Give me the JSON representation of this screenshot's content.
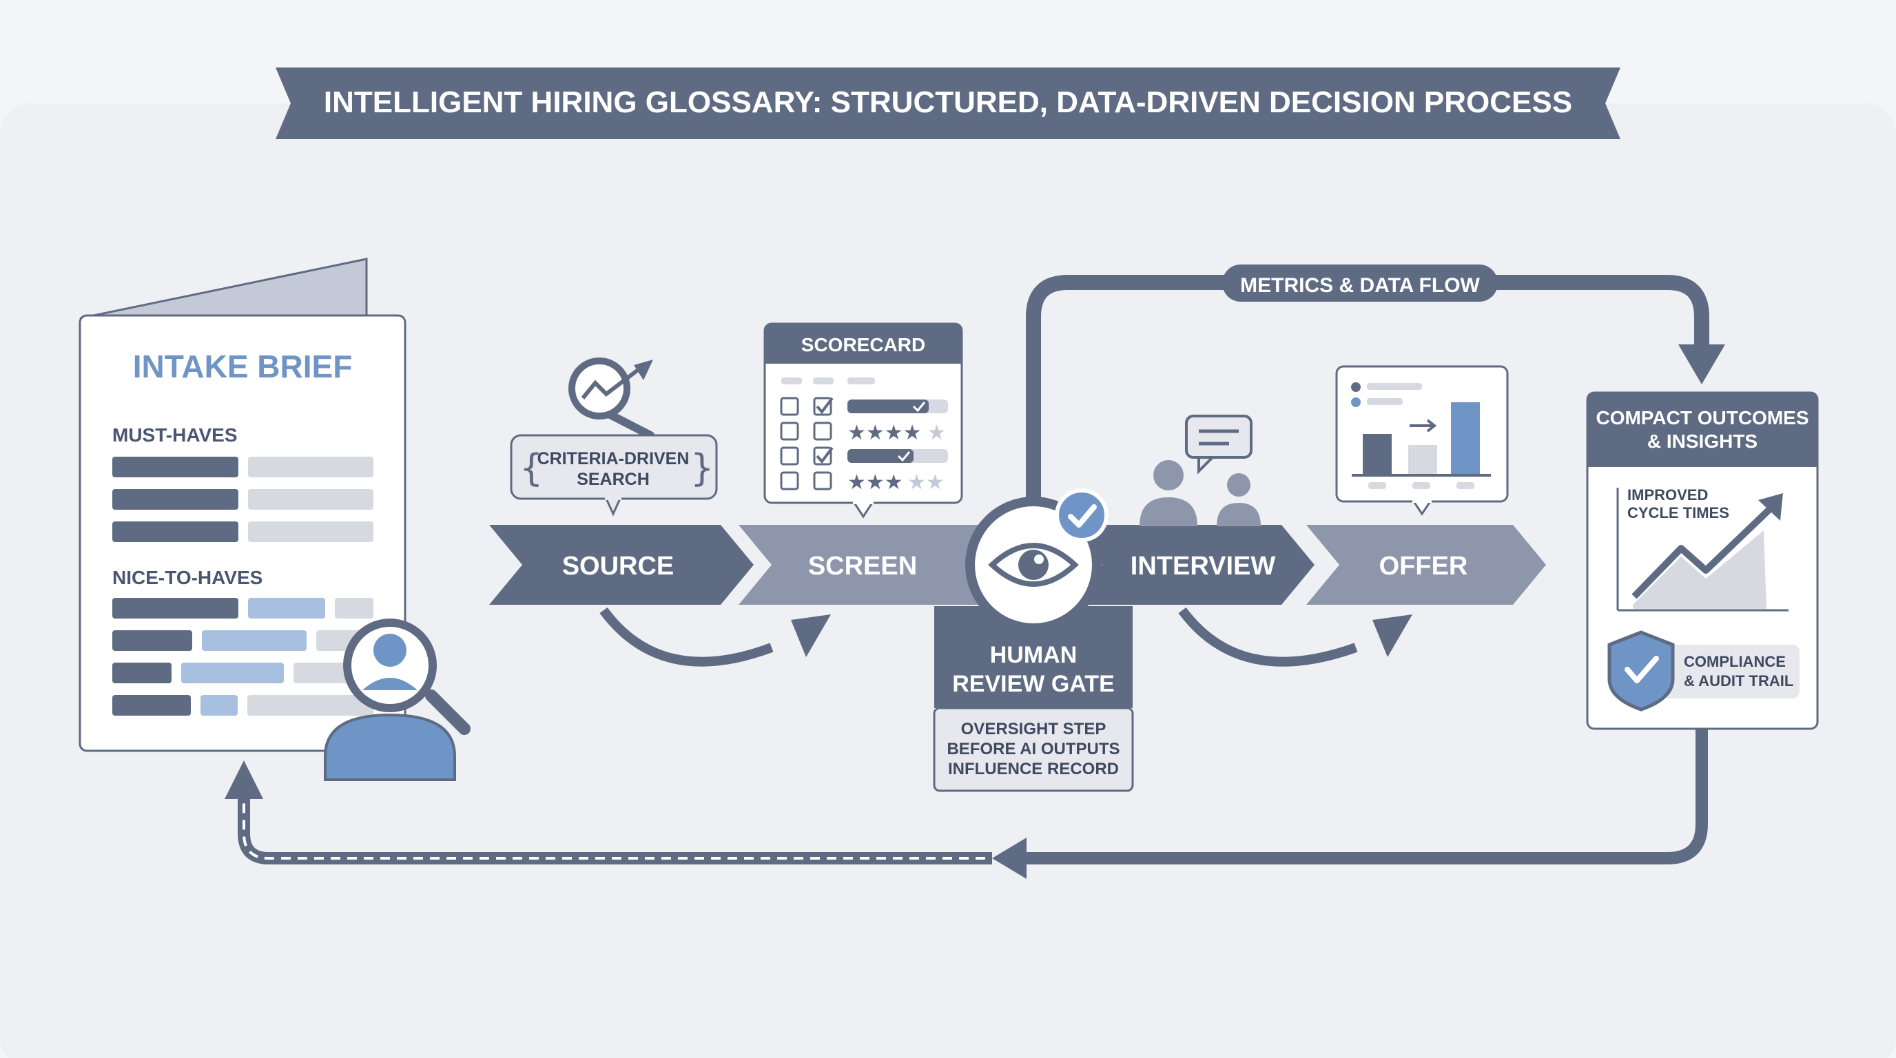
{
  "colors": {
    "dark_slate": "#5f6b83",
    "mid_slate": "#8d96aa",
    "light_gray": "#d6d9e0",
    "accent_blue": "#6f95c6",
    "light_blue": "#a8c0e0",
    "page_bg": "#f4f5f8",
    "panel_bg": "#eef0f4",
    "white": "#ffffff"
  },
  "title": "INTELLIGENT HIRING GLOSSARY: STRUCTURED, DATA-DRIVEN DECISION PROCESS",
  "intake_brief": {
    "title": "INTAKE BRIEF",
    "must_haves": "MUST-HAVES",
    "nice_to_haves": "NICE-TO-HAVES",
    "icon": "person-search-icon"
  },
  "criteria_search": {
    "line1": "CRITERIA-DRIVEN",
    "line2": "SEARCH",
    "icon": "magnifier-trend-icon"
  },
  "scorecard": {
    "title": "SCORECARD",
    "icon": "checklist-stars-icon"
  },
  "stages": {
    "source": "SOURCE",
    "screen": "SCREEN",
    "interview": "INTERVIEW",
    "offer": "OFFER"
  },
  "review_gate": {
    "line1": "HUMAN",
    "line2": "REVIEW GATE",
    "desc1": "OVERSIGHT STEP",
    "desc2": "BEFORE AI OUTPUTS",
    "desc3": "INFLUENCE RECORD",
    "icon": "eye-icon",
    "badge_icon": "checkmark-icon"
  },
  "metrics_flow": "METRICS & DATA FLOW",
  "interview_icon": "people-chat-icon",
  "offer_icon": "bar-chart-icon",
  "outcomes": {
    "title1": "COMPACT OUTCOMES",
    "title2": "& INSIGHTS",
    "improved1": "IMPROVED",
    "improved2": "CYCLE TIMES",
    "compliance1": "COMPLIANCE",
    "compliance2": "& AUDIT TRAIL",
    "chart_icon": "trend-up-icon",
    "shield_icon": "shield-check-icon"
  }
}
